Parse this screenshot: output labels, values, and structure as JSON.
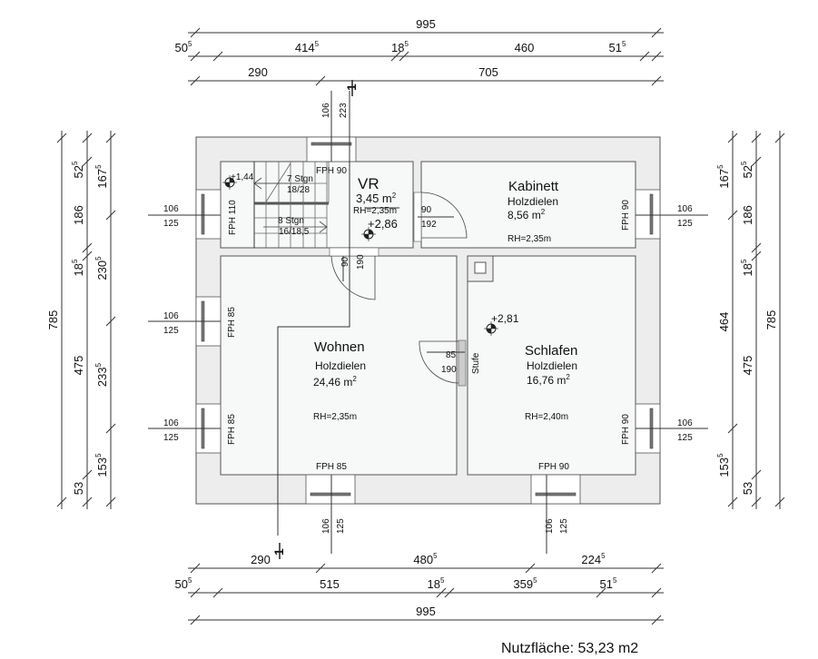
{
  "plan": {
    "footer": "Nutzfläche: 53,23 m2",
    "section_marker": "1",
    "rooms": [
      {
        "name": "VR",
        "area": "3,45 m",
        "height": "RH=2,35m",
        "level": "+2,86"
      },
      {
        "name": "Kabinett",
        "floor": "Holzdielen",
        "area": "8,56 m",
        "height": "RH=2,35m"
      },
      {
        "name": "Wohnen",
        "floor": "Holzdielen",
        "area": "24,46 m",
        "height": "RH=2,35m"
      },
      {
        "name": "Schlafen",
        "floor": "Holzdielen",
        "area": "16,76 m",
        "height": "RH=2,40m",
        "level": "+2,81"
      }
    ],
    "area_sup": "2",
    "stairs": {
      "upper": {
        "label": "7 Stgn",
        "ratio": "18/28"
      },
      "lower": {
        "label": "8 Stgn",
        "ratio": "16/18,5"
      },
      "level": "+1,44"
    },
    "fph": {
      "stair_left": "FPH 110",
      "vr_top": "FPH 90",
      "kabinett_right": "FPH 90",
      "wohnen_left_top": "FPH 85",
      "wohnen_left_bottom": "FPH 85",
      "wohnen_bottom": "FPH 85",
      "schlafen_right": "FPH 90",
      "schlafen_bottom": "FPH 90"
    },
    "doors": {
      "kabinett": {
        "w": "90",
        "h": "192"
      },
      "wohnen_top": {
        "w": "90",
        "h": "190"
      },
      "wohnen_schlafen": {
        "w": "85",
        "h": "190"
      },
      "step": "Stufe"
    },
    "window_labels": {
      "sill": "106",
      "head": "125",
      "top_sill": "106",
      "top_head": "223"
    }
  },
  "dimensions": {
    "top": {
      "overall": "995",
      "row2": [
        "50",
        "414",
        "18",
        "460",
        "51"
      ],
      "row2_sup": [
        "5",
        "5",
        "5",
        "",
        "5"
      ],
      "row3": [
        "290",
        "705"
      ]
    },
    "bottom": {
      "row1": [
        "290",
        "480",
        "224"
      ],
      "row1_sup": [
        "",
        "5",
        "5"
      ],
      "row2": [
        "50",
        "515",
        "18",
        "359",
        "51"
      ],
      "row2_sup": [
        "5",
        "",
        "5",
        "5",
        "5"
      ],
      "overall": "995"
    },
    "left": {
      "overall": "785",
      "middle": [
        "52",
        "186",
        "18",
        "475",
        "53"
      ],
      "middle_sup": [
        "5",
        "",
        "5",
        "",
        ""
      ],
      "inner": [
        "167",
        "230",
        "233",
        "153"
      ],
      "inner_sup": [
        "5",
        "5",
        "5",
        "5"
      ]
    },
    "right": {
      "overall": "785",
      "middle": [
        "52",
        "186",
        "18",
        "475",
        "53"
      ],
      "middle_sup": [
        "5",
        "",
        "5",
        "",
        ""
      ],
      "inner": [
        "167",
        "464",
        "153"
      ],
      "inner_sup": [
        "5",
        "",
        "5"
      ]
    }
  }
}
